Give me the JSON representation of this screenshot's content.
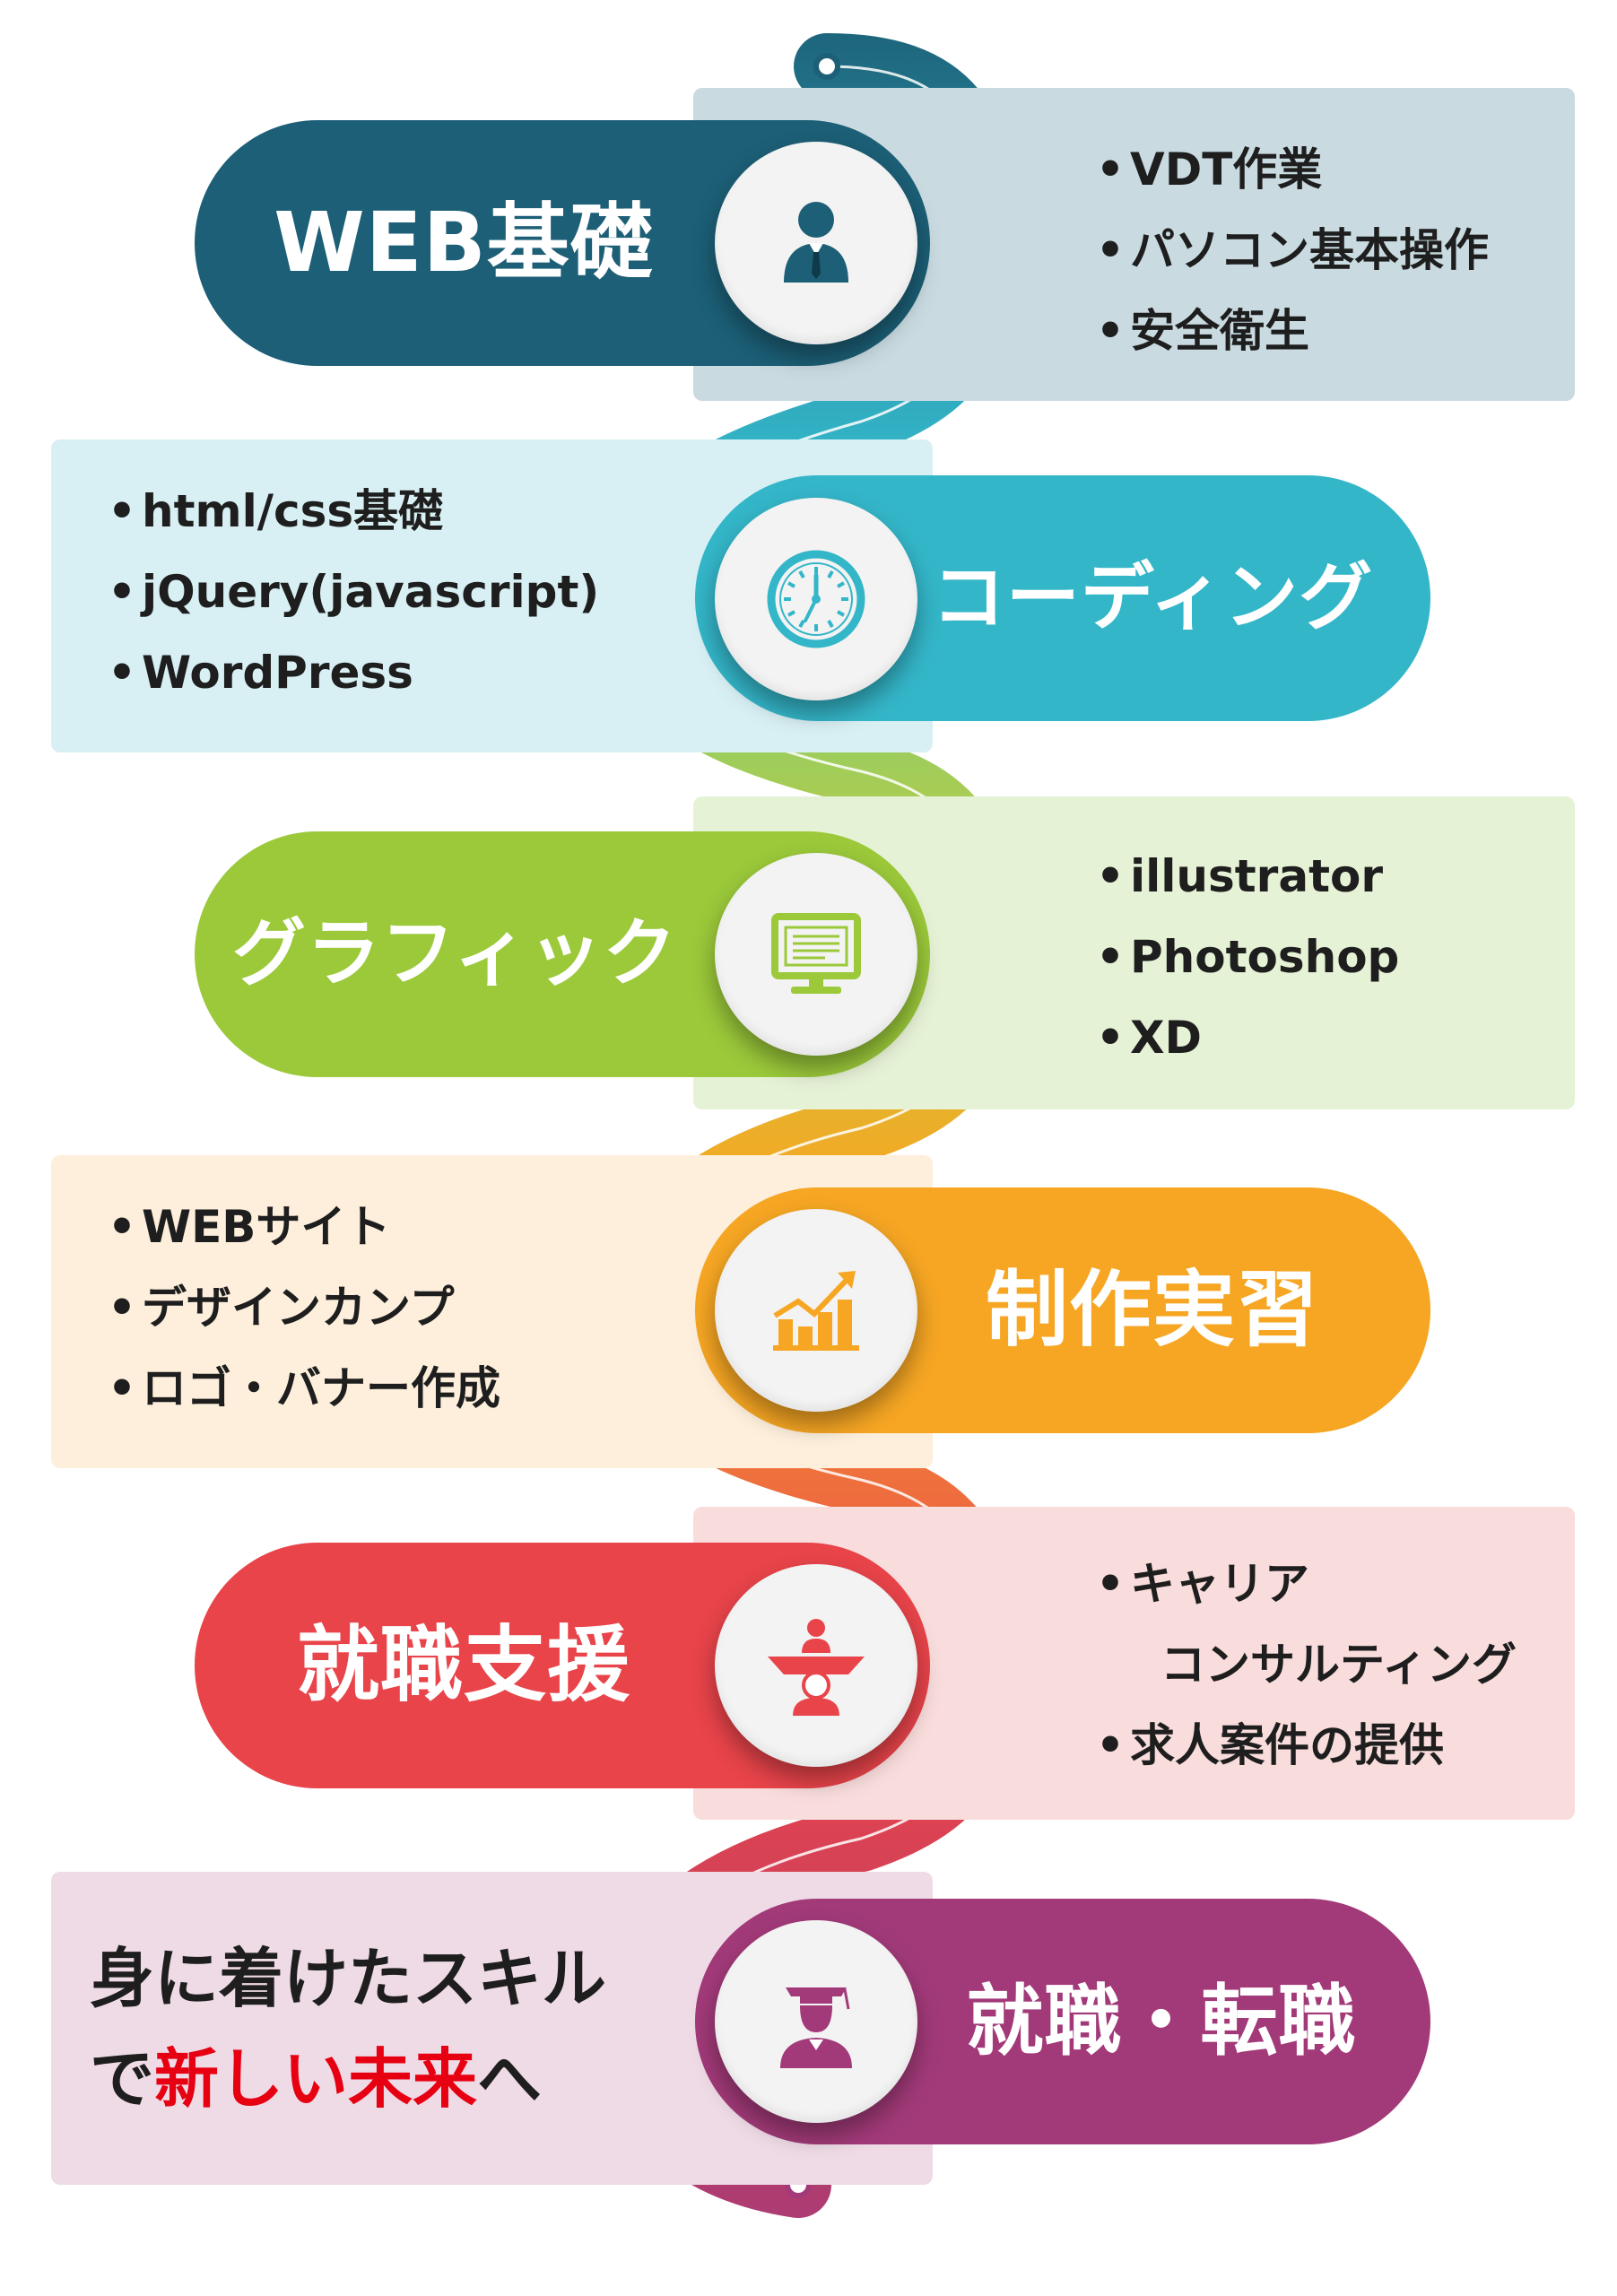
{
  "colors": {
    "step1": "#1c5f76",
    "step2": "#34b6c9",
    "step3": "#9bc93a",
    "step4": "#f6a623",
    "step5": "#e8444a",
    "step6": "#a23a79",
    "highlight": "#e60012"
  },
  "steps": [
    {
      "title": "WEB基礎",
      "icon": "businessman-icon",
      "color": "#1c5f76",
      "panel_color": "#c9dbe1",
      "items": [
        "VDT作業",
        "パソコン基本操作",
        "安全衛生"
      ]
    },
    {
      "title": "コーディング",
      "icon": "clock-icon",
      "color": "#34b6c9",
      "panel_color": "#d8f0f4",
      "items": [
        "html/css基礎",
        "jQuery(javascript)",
        "WordPress"
      ]
    },
    {
      "title": "グラフィック",
      "icon": "monitor-icon",
      "color": "#9bc93a",
      "panel_color": "#e6f2d6",
      "items": [
        "illustrator",
        "Photoshop",
        "XD"
      ]
    },
    {
      "title": "制作実習",
      "icon": "growth-chart-icon",
      "color": "#f6a623",
      "panel_color": "#fdefdc",
      "items": [
        "WEBサイト",
        "デザインカンプ",
        "ロゴ・バナー作成"
      ]
    },
    {
      "title": "就職支援",
      "icon": "interview-icon",
      "color": "#e8444a",
      "panel_color": "#f9dcdc",
      "items": [
        "キャリア",
        "コンサルティング",
        "求人案件の提供"
      ]
    },
    {
      "title": "就職・転職",
      "icon": "graduate-icon",
      "color": "#a23a79",
      "panel_color": "#efdbe6"
    }
  ],
  "tagline": {
    "line1": "身に着けたスキル",
    "line2_prefix": "で",
    "line2_highlight": "新しい未来",
    "line2_suffix": "へ"
  }
}
